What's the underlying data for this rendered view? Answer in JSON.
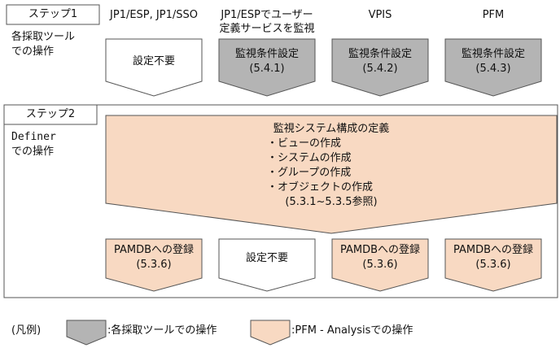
{
  "step1": {
    "label": "ステップ1",
    "desc_line1": "各採取ツール",
    "desc_line2": "での操作",
    "columns": [
      {
        "header_line1": "JP1/ESP, JP1/SSO",
        "header_line2": "",
        "box_line1": "設定不要",
        "box_line2": "",
        "kind": "none"
      },
      {
        "header_line1": "JP1/ESPでユーザー",
        "header_line2": "定義サービスを監視",
        "box_line1": "監視条件設定",
        "box_line2": "(5.4.1)",
        "kind": "collector"
      },
      {
        "header_line1": "VPIS",
        "header_line2": "",
        "box_line1": "監視条件設定",
        "box_line2": "(5.4.2)",
        "kind": "collector"
      },
      {
        "header_line1": "PFM",
        "header_line2": "",
        "box_line1": "監視条件設定",
        "box_line2": "(5.4.3)",
        "kind": "collector"
      }
    ]
  },
  "step2": {
    "label": "ステップ2",
    "desc_line1": "Definer",
    "desc_line2": "での操作",
    "main": {
      "title": "監視システム構成の定義",
      "items": [
        "・ビューの作成",
        "・システムの作成",
        "・グループの作成",
        "・オブジェクトの作成"
      ],
      "ref": "(5.3.1~5.3.5参照)"
    },
    "boxes": [
      {
        "line1": "PAMDBへの登録",
        "line2": "(5.3.6)",
        "kind": "analysis"
      },
      {
        "line1": "設定不要",
        "line2": "",
        "kind": "none"
      },
      {
        "line1": "PAMDBへの登録",
        "line2": "(5.3.6)",
        "kind": "analysis"
      },
      {
        "line1": "PAMDBへの登録",
        "line2": "(5.3.6)",
        "kind": "analysis"
      }
    ]
  },
  "legend": {
    "title": "(凡例)",
    "collector_label": ":各採取ツールでの操作",
    "analysis_label": ":PFM - Analysisでの操作"
  },
  "colors": {
    "collector": "#b4b4b4",
    "analysis": "#f8d9c2",
    "none": "#ffffff",
    "stroke": "#555555"
  }
}
